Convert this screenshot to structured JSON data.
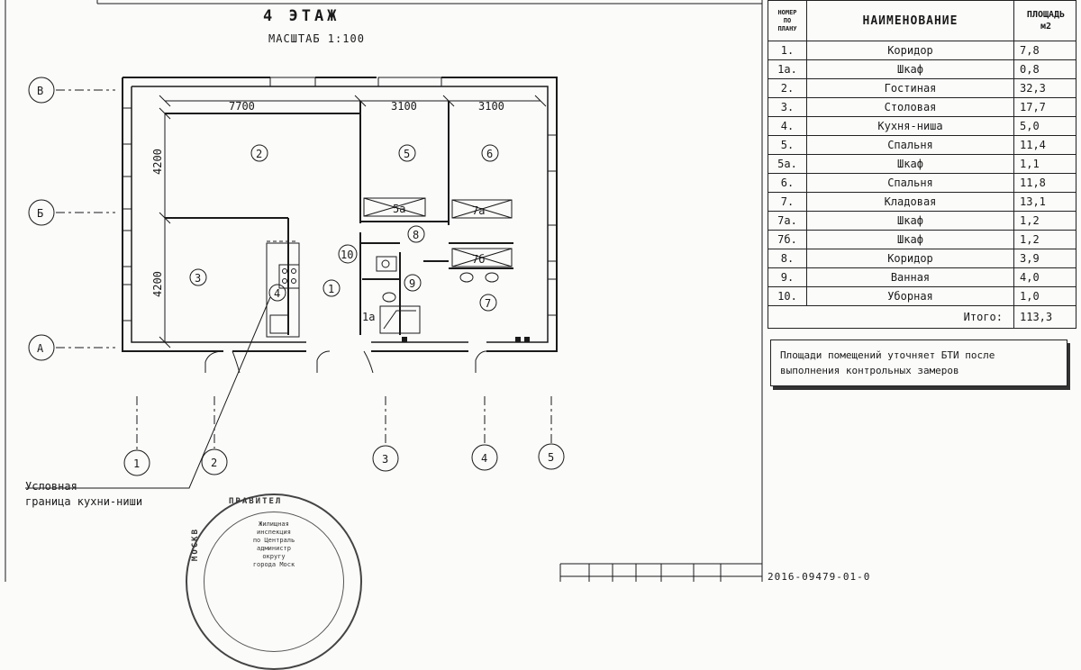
{
  "header": {
    "floor_title": "4  ЭТАЖ",
    "scale": "МАСШТАБ  1:100"
  },
  "dimensions": {
    "top_a": "7700",
    "top_b": "3100",
    "top_c": "3100",
    "left_upper": "4200",
    "left_lower": "4200"
  },
  "axes_rows": [
    "В",
    "Б",
    "А"
  ],
  "axes_cols": [
    "1",
    "2",
    "3",
    "4",
    "5"
  ],
  "room_marks": [
    "2",
    "5",
    "6",
    "3",
    "4",
    "1",
    "8",
    "9",
    "7",
    "10",
    "5а",
    "7а",
    "7б",
    "1а"
  ],
  "kitchen_note": [
    "Условная",
    "граница кухни-ниши"
  ],
  "table": {
    "header_num": [
      "НОМЕР",
      "ПО",
      "ПЛАНУ"
    ],
    "header_name": "НАИМЕНОВАНИЕ",
    "header_area": [
      "ПЛОЩАДЬ",
      "м2"
    ],
    "rows": [
      {
        "num": "1.",
        "name": "Коридор",
        "area": "7,8"
      },
      {
        "num": "1а.",
        "name": "Шкаф",
        "area": "0,8"
      },
      {
        "num": "2.",
        "name": "Гостиная",
        "area": "32,3"
      },
      {
        "num": "3.",
        "name": "Столовая",
        "area": "17,7"
      },
      {
        "num": "4.",
        "name": "Кухня-ниша",
        "area": "5,0"
      },
      {
        "num": "5.",
        "name": "Спальня",
        "area": "11,4"
      },
      {
        "num": "5а.",
        "name": "Шкаф",
        "area": "1,1"
      },
      {
        "num": "6.",
        "name": "Спальня",
        "area": "11,8"
      },
      {
        "num": "7.",
        "name": "Кладовая",
        "area": "13,1"
      },
      {
        "num": "7а.",
        "name": "Шкаф",
        "area": "1,2"
      },
      {
        "num": "7б.",
        "name": "Шкаф",
        "area": "1,2"
      },
      {
        "num": "8.",
        "name": "Коридор",
        "area": "3,9"
      },
      {
        "num": "9.",
        "name": "Ванная",
        "area": "4,0"
      },
      {
        "num": "10.",
        "name": "Уборная",
        "area": "1,0"
      }
    ],
    "total_label": "Итого:",
    "total_value": "113,3"
  },
  "note_text": "Площади помещений уточняет БТИ после выполнения контрольных замеров",
  "stamp": {
    "arc_top": "ПРАВИТЕЛ",
    "arc_left": "МОСКВ",
    "center_lines": [
      "Жилищная",
      "инспекция",
      "по Централь",
      "администр",
      "округу",
      "города Моск"
    ]
  },
  "document_code": "2016-09479-01-0"
}
